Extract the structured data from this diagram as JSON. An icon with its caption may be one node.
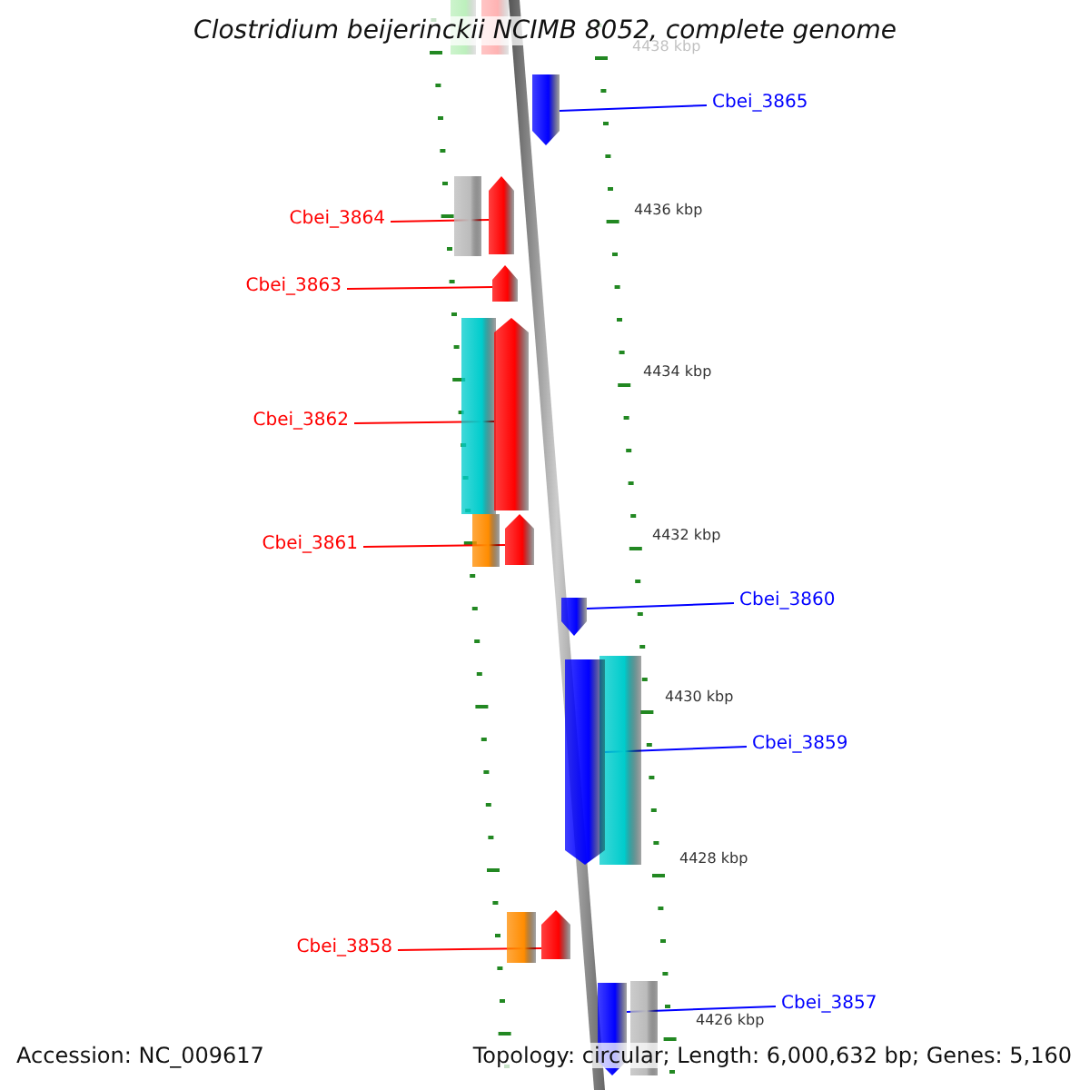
{
  "diagram": {
    "title": "Clostridium beijerinckii NCIMB 8052, complete genome",
    "nodes": [
      {
        "text": [
          "Cbei_3865"
        ]
      },
      {
        "text": [
          "Cbei_3864"
        ]
      },
      {
        "text": [
          "Cbei_3863"
        ]
      },
      {
        "text": [
          "Cbei_3862"
        ]
      },
      {
        "text": [
          "Cbei_3861"
        ]
      },
      {
        "text": [
          "Cbei_3860"
        ]
      },
      {
        "text": [
          "Cbei_3859"
        ]
      },
      {
        "text": [
          "Cbei_3858"
        ]
      },
      {
        "text": [
          "Cbei_3857"
        ]
      },
      {
        "text": [],
        "shape": "pentagon"
      },
      {
        "text": [],
        "shape": "pentagon"
      },
      {
        "text": [],
        "shape": "pentagon"
      },
      {
        "text": [],
        "shape": "pentagon"
      },
      {
        "text": [],
        "shape": "pentagon"
      },
      {
        "text": [],
        "shape": "pentagon"
      },
      {
        "text": [],
        "shape": "pentagon"
      },
      {
        "text": [],
        "shape": "pentagon"
      },
      {
        "text": [],
        "shape": "pentagon"
      }
    ],
    "edges": [
      {
        "from": 0,
        "to": 9,
        "arrow": "none",
        "color": "#0000ff"
      },
      {
        "from": 1,
        "to": 10,
        "arrow": "none",
        "color": "#ff0000"
      },
      {
        "from": 2,
        "to": 11,
        "arrow": "none",
        "color": "#ff0000"
      },
      {
        "from": 3,
        "to": 12,
        "arrow": "none",
        "color": "#ff0000"
      },
      {
        "from": 4,
        "to": 13,
        "arrow": "none",
        "color": "#ff0000"
      },
      {
        "from": 5,
        "to": 14,
        "arrow": "none",
        "color": "#0000ff"
      },
      {
        "from": 6,
        "to": 15,
        "arrow": "none",
        "color": "#0000ff"
      },
      {
        "from": 7,
        "to": 16,
        "arrow": "none",
        "color": "#ff0000"
      },
      {
        "from": 8,
        "to": 17,
        "arrow": "none",
        "color": "#0000ff"
      }
    ],
    "labels": [
      "4438 kbp",
      "4436 kbp",
      "4434 kbp",
      "4432 kbp",
      "4430 kbp",
      "4428 kbp",
      "4426 kbp",
      "Accession: NC_009617",
      "Topology: circular; Length: 6,000,632 bp; Genes: 5,160"
    ]
  }
}
